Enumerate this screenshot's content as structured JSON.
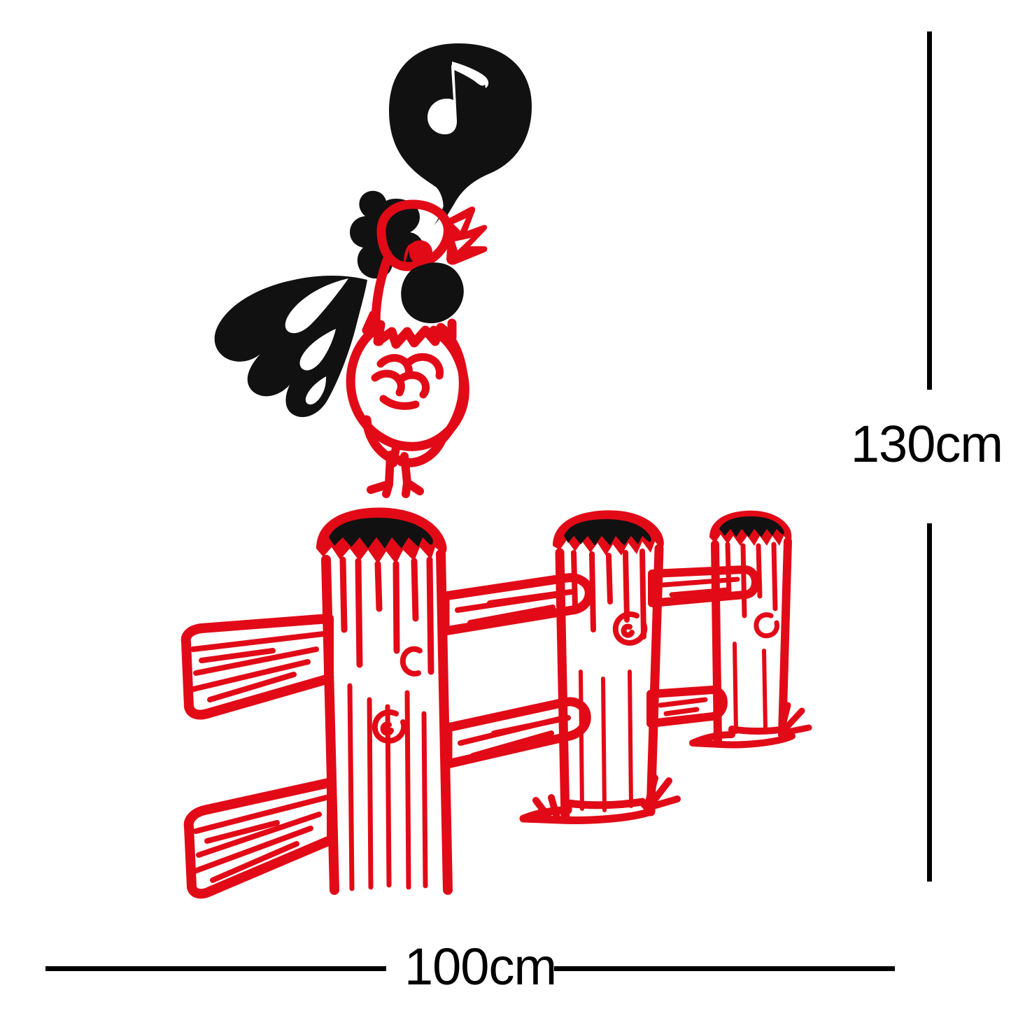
{
  "page": {
    "title": "Rooster on Fence Wall Decal",
    "background_color": "#ffffff"
  },
  "dimensions": {
    "height_label": "130cm",
    "width_label": "100cm",
    "line_color": "#000000"
  },
  "artwork": {
    "name": "crowing-rooster-on-wooden-fence",
    "red": "#E20A17",
    "black": "#111111",
    "white": "#ffffff",
    "elements": [
      {
        "name": "speech-bubble",
        "color": "#111111",
        "content": "eighth-music-note"
      },
      {
        "name": "music-note",
        "color": "#ffffff"
      },
      {
        "name": "rooster-comb",
        "color": "#111111"
      },
      {
        "name": "rooster-head",
        "color": "#E20A17"
      },
      {
        "name": "rooster-eye",
        "color": "#E20A17"
      },
      {
        "name": "rooster-beak",
        "color": "#E20A17"
      },
      {
        "name": "rooster-wattle",
        "color": "#111111"
      },
      {
        "name": "rooster-tail",
        "color": "#111111"
      },
      {
        "name": "rooster-body",
        "color": "#E20A17"
      },
      {
        "name": "rooster-wing",
        "color": "#E20A17"
      },
      {
        "name": "rooster-legs",
        "color": "#E20A17"
      },
      {
        "name": "fence-post-left",
        "color": "#E20A17"
      },
      {
        "name": "fence-post-middle",
        "color": "#E20A17"
      },
      {
        "name": "fence-post-right",
        "color": "#E20A17"
      },
      {
        "name": "fence-rail-upper",
        "color": "#E20A17"
      },
      {
        "name": "fence-rail-lower",
        "color": "#E20A17"
      },
      {
        "name": "grass-tuft",
        "color": "#E20A17"
      }
    ]
  }
}
